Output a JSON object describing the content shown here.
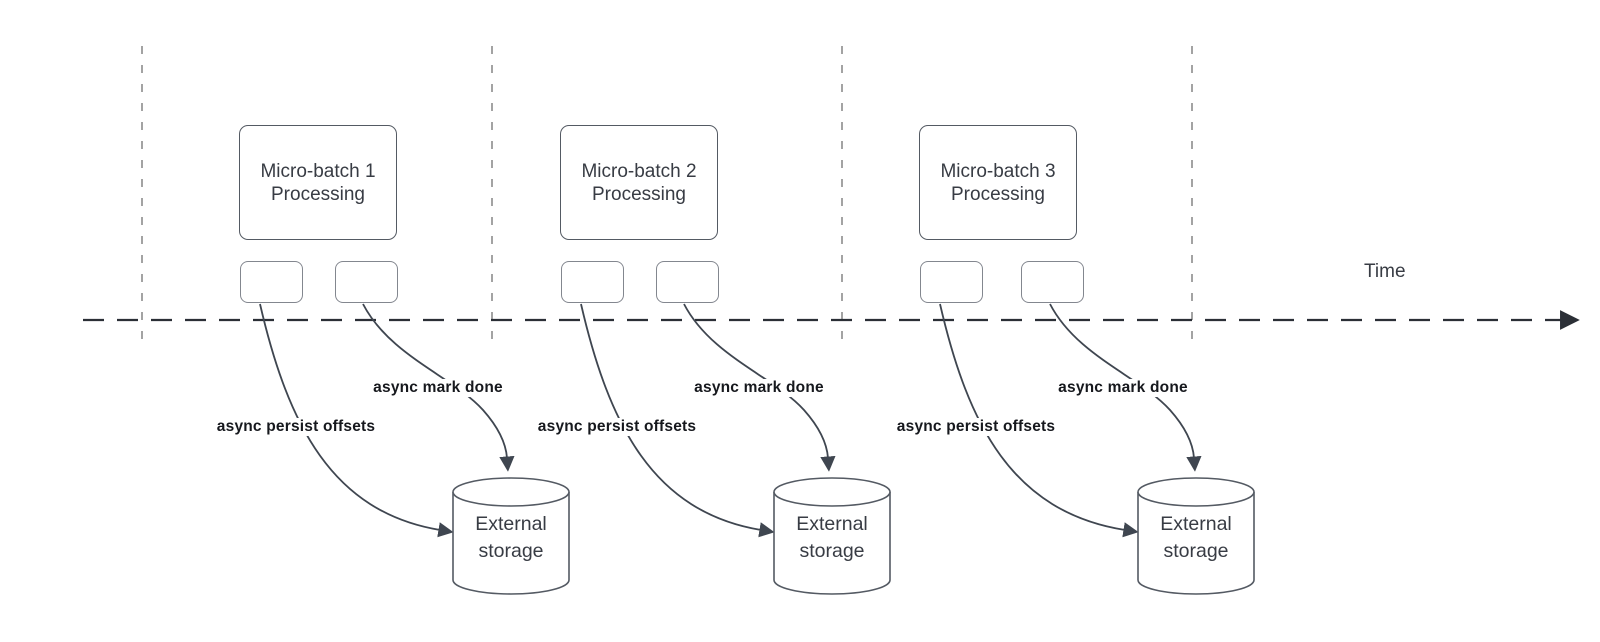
{
  "timeline": {
    "label": "Time"
  },
  "storage": {
    "line1": "External",
    "line2": "storage"
  },
  "groups": [
    {
      "box_line1": "Micro-batch 1",
      "box_line2": "Processing",
      "persist_label": "async persist offsets",
      "markdone_label": "async mark done",
      "storage_line1": "External",
      "storage_line2": "storage"
    },
    {
      "box_line1": "Micro-batch 2",
      "box_line2": "Processing",
      "persist_label": "async persist offsets",
      "markdone_label": "async mark done",
      "storage_line1": "External",
      "storage_line2": "storage"
    },
    {
      "box_line1": "Micro-batch 3",
      "box_line2": "Processing",
      "persist_label": "async persist offsets",
      "markdone_label": "async mark done",
      "storage_line1": "External",
      "storage_line2": "storage"
    }
  ],
  "colors": {
    "node_stroke": "#545a63",
    "small_box_stroke": "#83878f",
    "curve_stroke": "#3f4650",
    "timeline_stroke": "#2b2f36",
    "gridline_stroke": "#a3a3a3",
    "text": "#383c44",
    "label_text": "#16181d"
  }
}
